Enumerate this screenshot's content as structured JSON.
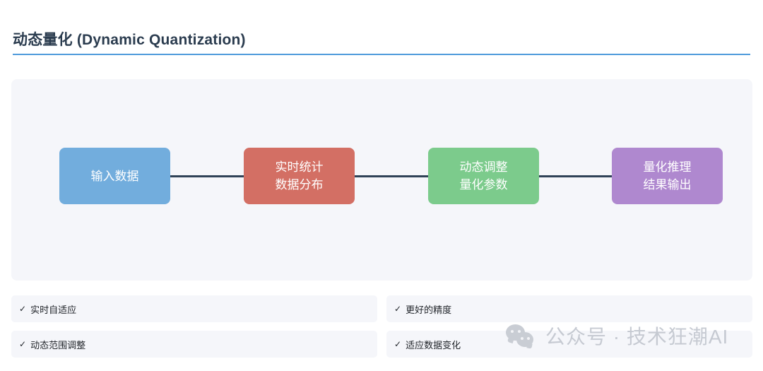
{
  "header": {
    "title": "动态量化 (Dynamic Quantization)",
    "rule_color": "#4f9bdb"
  },
  "diagram": {
    "panel_background": "#f5f6fa",
    "arrow_color": "#2f4257",
    "arrows": [
      {
        "name": "arrow-1"
      },
      {
        "name": "arrow-2"
      },
      {
        "name": "arrow-3"
      }
    ],
    "nodes": [
      {
        "line1": "输入数据",
        "line2": "",
        "color": "#72addd"
      },
      {
        "line1": "实时统计",
        "line2": "数据分布",
        "color": "#d36f64"
      },
      {
        "line1": "动态调整",
        "line2": "量化参数",
        "color": "#7ccb8c"
      },
      {
        "line1": "量化推理",
        "line2": "结果输出",
        "color": "#af88cf"
      }
    ]
  },
  "features": {
    "check_glyph": "✓",
    "items": [
      {
        "label": "实时自适应"
      },
      {
        "label": "更好的精度"
      },
      {
        "label": "动态范围调整"
      },
      {
        "label": "适应数据变化"
      }
    ]
  },
  "watermark": {
    "icon": "wechat-icon",
    "text": "公众号 · 技术狂潮AI",
    "color": "#c6cad2"
  }
}
